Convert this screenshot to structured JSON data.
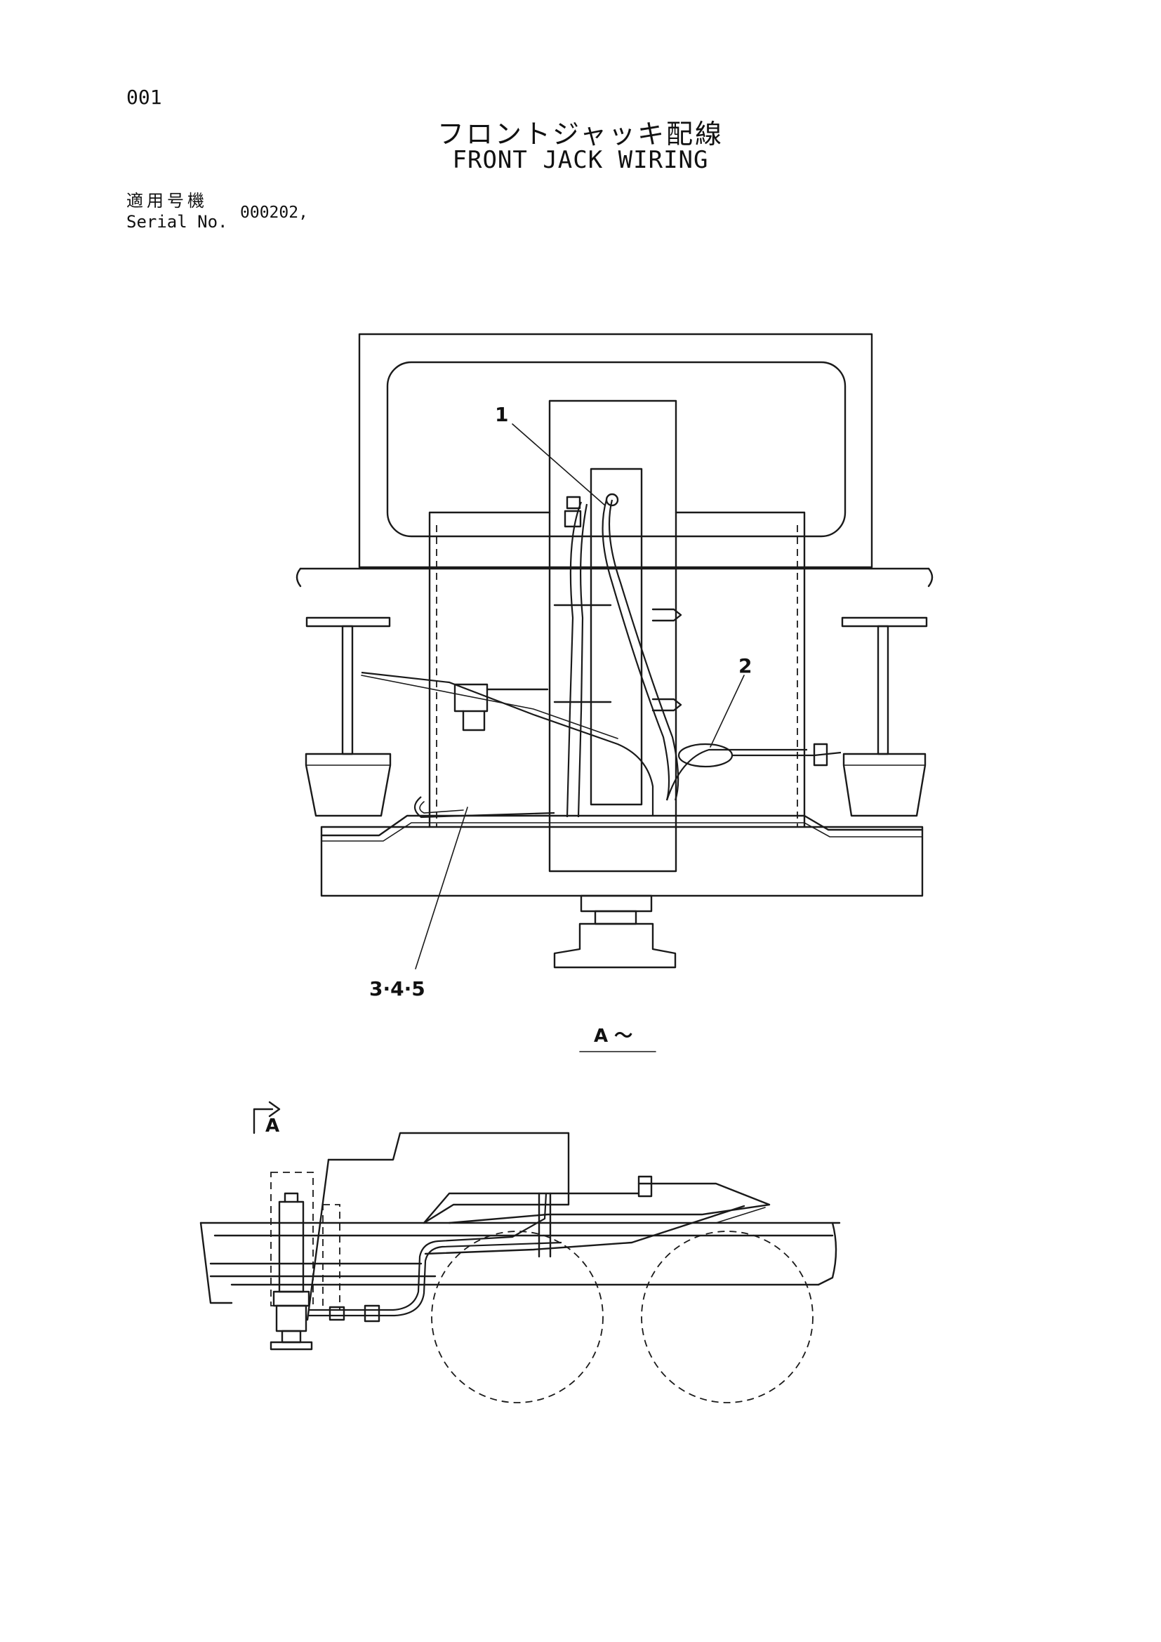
{
  "document": {
    "page_number": "001",
    "title_jp": "フロントジャッキ配線",
    "title_en": "FRONT JACK WIRING",
    "serial_label_jp": "適用号機",
    "serial_label_en": "Serial No.",
    "serial_value": "000202,"
  },
  "diagram": {
    "callouts": [
      {
        "id": "part-1",
        "label": "1"
      },
      {
        "id": "part-2",
        "label": "2"
      },
      {
        "id": "part-3-4-5",
        "label": "3·4·5"
      }
    ],
    "view_label": "A",
    "view_label_tilde": "A ～",
    "section_marker": "A"
  }
}
